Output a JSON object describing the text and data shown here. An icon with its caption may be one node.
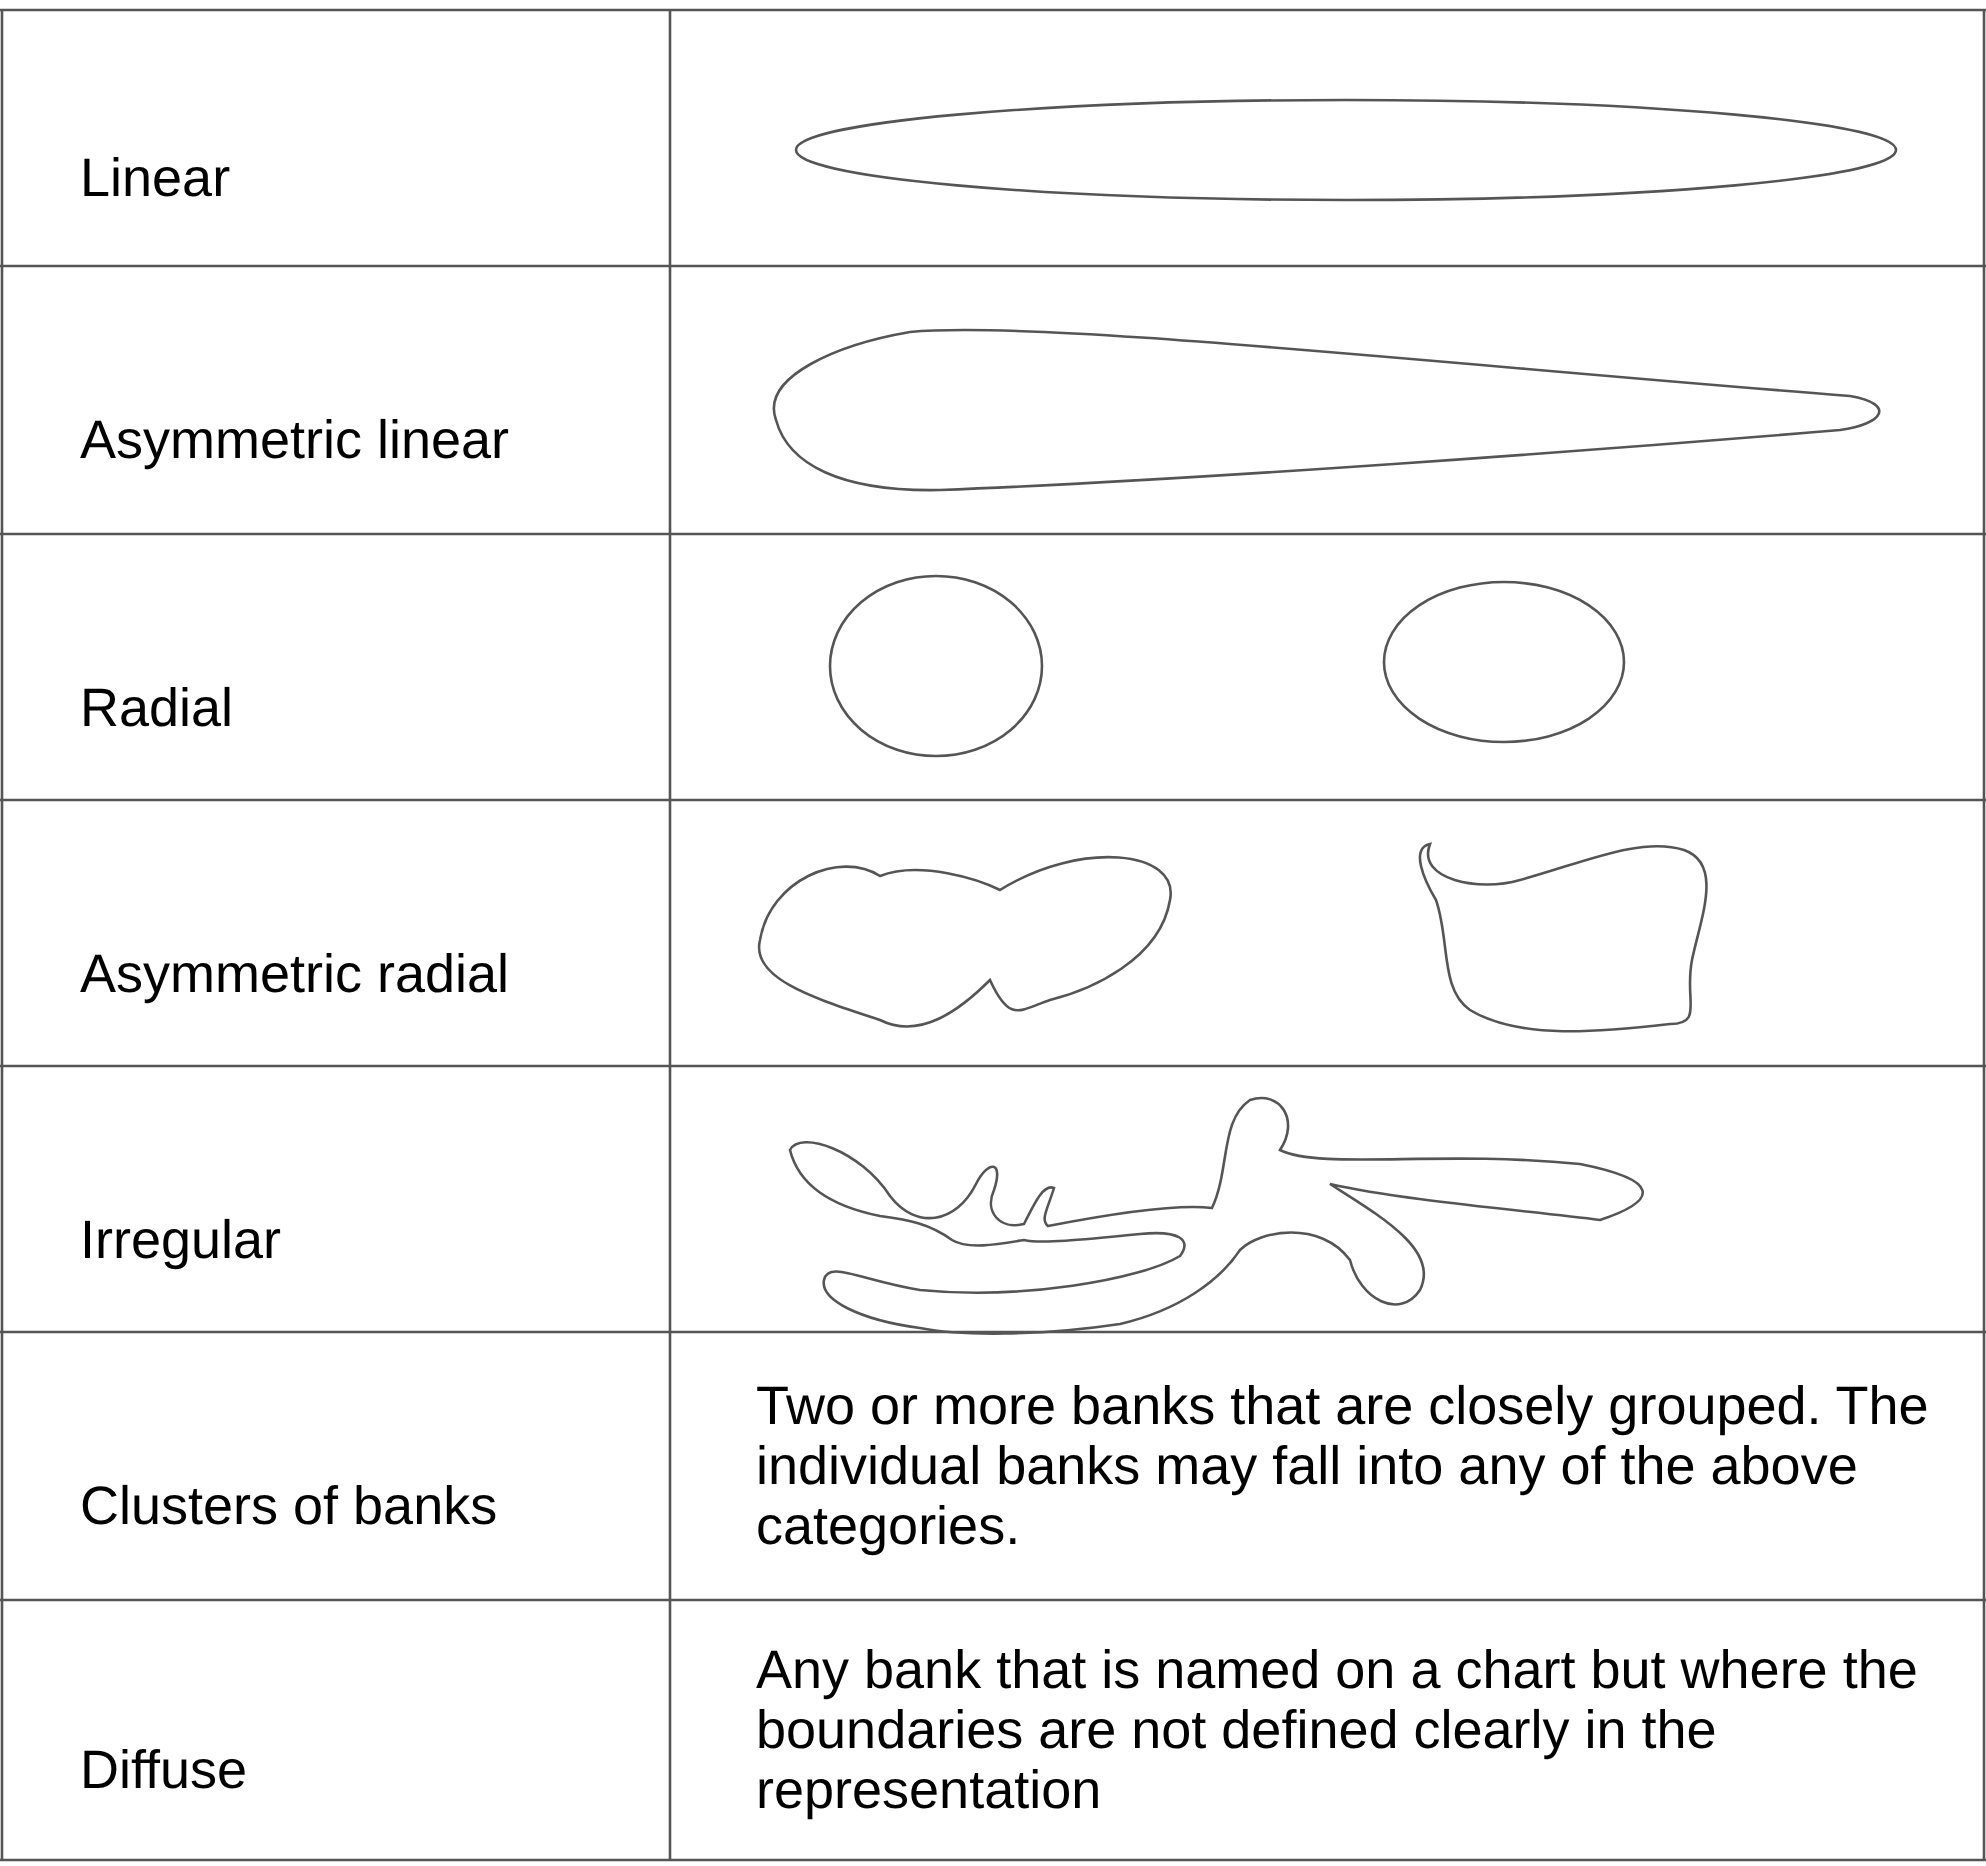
{
  "diagram": {
    "labels": [
      "Linear",
      "Asymmetric linear",
      "Radial",
      "Asymmetric radial",
      "Irregular",
      "Clusters of banks",
      "Two or more banks that are closely grouped. The individual banks may fall into any of the above categories.",
      "Diffuse",
      "Any bank that is named on a chart but where the boundaries are not defined clearly in the representation"
    ]
  }
}
